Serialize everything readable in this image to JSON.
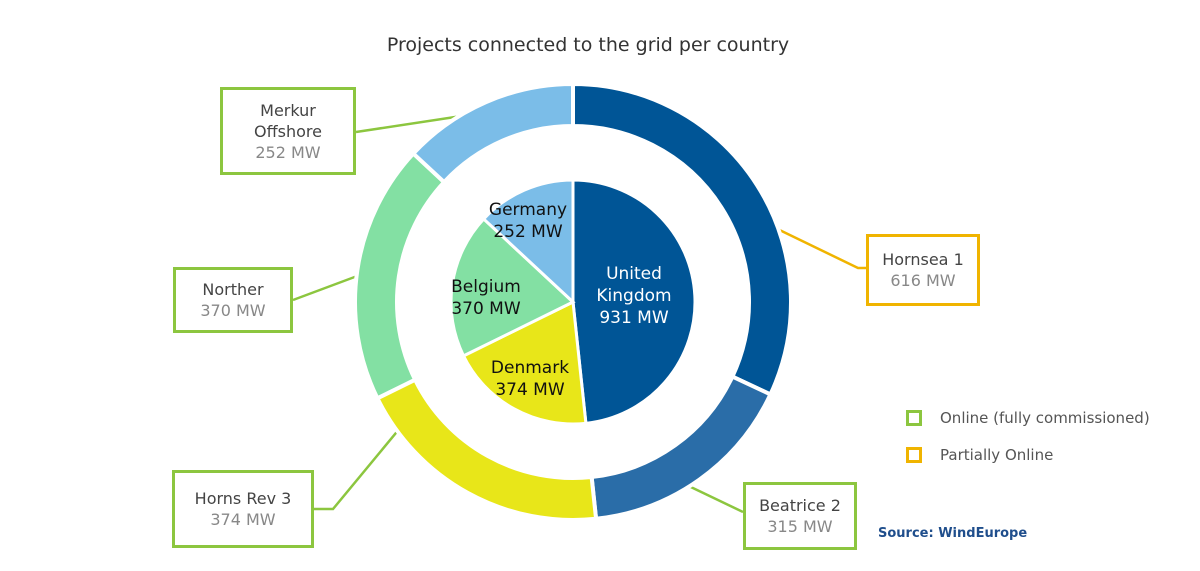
{
  "chart_data": {
    "type": "pie",
    "title": "Projects connected to the grid per country",
    "outer_ring": {
      "segments": [
        {
          "name": "Hornsea 1",
          "value": 616,
          "label": "616 MW",
          "status": "Partially Online",
          "color": "#005596"
        },
        {
          "name": "Beatrice 2",
          "value": 315,
          "label": "315 MW",
          "status": "Online (fully commissioned)",
          "color": "#2a6da8"
        },
        {
          "name": "Horns Rev 3",
          "value": 374,
          "label": "374 MW",
          "status": "Online (fully commissioned)",
          "color": "#e8e619"
        },
        {
          "name": "Norther",
          "value": 370,
          "label": "370 MW",
          "status": "Online (fully commissioned)",
          "color": "#83e0a3"
        },
        {
          "name": "Merkur Offshore",
          "value": 252,
          "label": "252 MW",
          "status": "Online (fully commissioned)",
          "color": "#7bbde8"
        }
      ]
    },
    "inner_pie": {
      "segments": [
        {
          "name": "United Kingdom",
          "value": 931,
          "label": "931 MW",
          "color": "#005596"
        },
        {
          "name": "Denmark",
          "value": 374,
          "label": "374 MW",
          "color": "#e8e619"
        },
        {
          "name": "Belgium",
          "value": 370,
          "label": "370 MW",
          "color": "#83e0a3"
        },
        {
          "name": "Germany",
          "value": 252,
          "label": "252 MW",
          "color": "#7bbde8"
        }
      ]
    },
    "legend": [
      {
        "label": "Online (fully commissioned)",
        "color": "#8cc63f"
      },
      {
        "label": "Partially Online",
        "color": "#f0b400"
      }
    ],
    "source": "Source: WindEurope",
    "accent_colors": {
      "online": "#8cc63f",
      "partial": "#f0b400"
    }
  },
  "callouts": {
    "hornsea": {
      "line1": "Hornsea 1",
      "line2": "",
      "mw": "616 MW"
    },
    "beatrice": {
      "line1": "Beatrice 2",
      "line2": "",
      "mw": "315 MW"
    },
    "hornsrev": {
      "line1": "Horns Rev 3",
      "line2": "",
      "mw": "374 MW"
    },
    "norther": {
      "line1": "Norther",
      "line2": "",
      "mw": "370 MW"
    },
    "merkur": {
      "line1": "Merkur",
      "line2": "Offshore",
      "mw": "252 MW"
    }
  },
  "inner_labels": {
    "uk": {
      "line1": "United",
      "line2": "Kingdom",
      "mw": "931 MW"
    },
    "denmark": {
      "line1": "Denmark",
      "mw": "374 MW"
    },
    "belgium": {
      "line1": "Belgium",
      "mw": "370 MW"
    },
    "germany": {
      "line1": "Germany",
      "mw": "252 MW"
    }
  }
}
